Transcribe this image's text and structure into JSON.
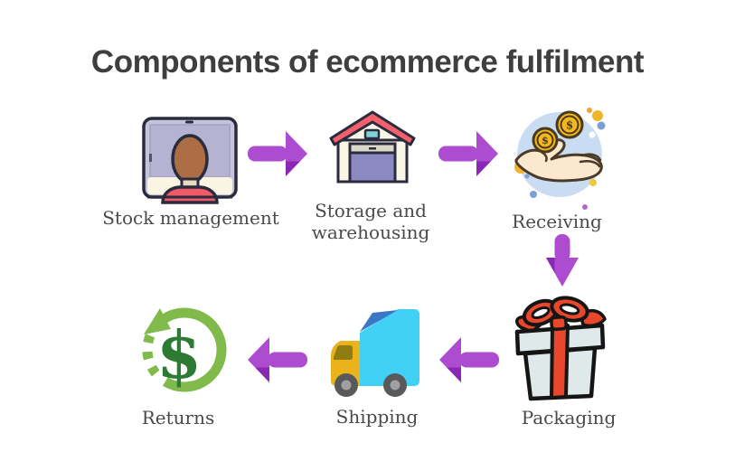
{
  "title": "Components of ecommerce fulfilment",
  "steps": [
    {
      "id": "stock-management",
      "label": "Stock management",
      "icon": "monitor-user-icon"
    },
    {
      "id": "storage-warehousing",
      "label": "Storage and warehousing",
      "label_line1": "Storage and",
      "label_line2": "warehousing",
      "icon": "warehouse-icon"
    },
    {
      "id": "receiving",
      "label": "Receiving",
      "icon": "hand-coins-icon"
    },
    {
      "id": "packaging",
      "label": "Packaging",
      "icon": "gift-box-icon"
    },
    {
      "id": "shipping",
      "label": "Shipping",
      "icon": "delivery-truck-icon"
    },
    {
      "id": "returns",
      "label": "Returns",
      "icon": "money-return-icon"
    }
  ],
  "symbols": {
    "coin": "$",
    "returns_currency": "$"
  },
  "palette": {
    "title_text": "#3e3e3e",
    "label_text": "#4a4a4a",
    "arrow_light": "#ad4bd1",
    "arrow_dark": "#8a28b5",
    "monitor_frame": "#c6c4dd",
    "monitor_screen": "#b5b3d1",
    "monitor_base": "#faf5e3",
    "skin_head": "#ac6c44",
    "shirt_red": "#ee5b67",
    "roof_red": "#f4606c",
    "building_cream": "#faf6e6",
    "garage_door": "#8b88c2",
    "receiving_circle": "#cadcf2",
    "coin_gold": "#f3b71f",
    "hand_cream": "#fbe8ce",
    "gift_box_gray": "#dfe9e9",
    "ribbon_red": "#e8472b",
    "truck_cargo": "#42d0f7",
    "truck_fold": "#3a78c5",
    "truck_cab": "#eab31c",
    "wheel_gray": "#58595b",
    "returns_green": "#7fba4b",
    "dollar_green": "#2c7a33"
  }
}
